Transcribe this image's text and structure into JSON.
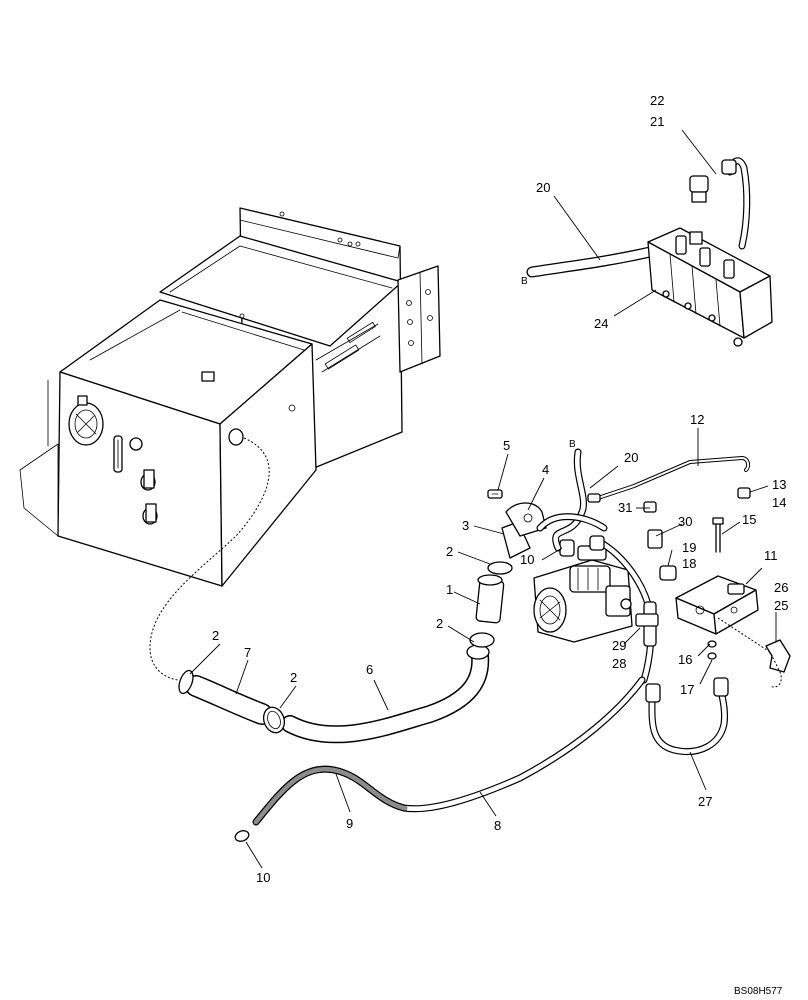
{
  "diagram": {
    "drawing_code": "BS08H577",
    "connector_mark": "B"
  },
  "callouts": [
    {
      "id": "c22",
      "text": "22"
    },
    {
      "id": "c21",
      "text": "21"
    },
    {
      "id": "c20a",
      "text": "20"
    },
    {
      "id": "c24",
      "text": "24"
    },
    {
      "id": "c12",
      "text": "12"
    },
    {
      "id": "c20b",
      "text": "20"
    },
    {
      "id": "c5",
      "text": "5"
    },
    {
      "id": "c4",
      "text": "4"
    },
    {
      "id": "c13",
      "text": "13"
    },
    {
      "id": "c14",
      "text": "14"
    },
    {
      "id": "c31",
      "text": "31"
    },
    {
      "id": "c3",
      "text": "3"
    },
    {
      "id": "c30",
      "text": "30"
    },
    {
      "id": "c15",
      "text": "15"
    },
    {
      "id": "c10a",
      "text": "10"
    },
    {
      "id": "c2a",
      "text": "2"
    },
    {
      "id": "c19",
      "text": "19"
    },
    {
      "id": "c18",
      "text": "18"
    },
    {
      "id": "c11",
      "text": "11"
    },
    {
      "id": "c26",
      "text": "26"
    },
    {
      "id": "c25",
      "text": "25"
    },
    {
      "id": "c1",
      "text": "1"
    },
    {
      "id": "c2b",
      "text": "2"
    },
    {
      "id": "c29",
      "text": "29"
    },
    {
      "id": "c28",
      "text": "28"
    },
    {
      "id": "c16",
      "text": "16"
    },
    {
      "id": "c17",
      "text": "17"
    },
    {
      "id": "c2c",
      "text": "2"
    },
    {
      "id": "c7",
      "text": "7"
    },
    {
      "id": "c6",
      "text": "6"
    },
    {
      "id": "c2d",
      "text": "2"
    },
    {
      "id": "c27",
      "text": "27"
    },
    {
      "id": "c9",
      "text": "9"
    },
    {
      "id": "c8",
      "text": "8"
    },
    {
      "id": "c10b",
      "text": "10"
    }
  ]
}
